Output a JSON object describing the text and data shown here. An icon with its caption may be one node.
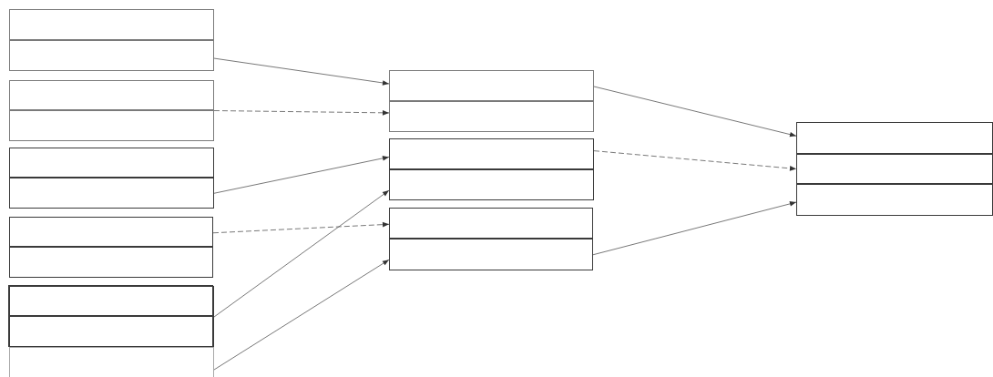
{
  "diagram": {
    "nodes": [
      {
        "text": [],
        "shape": "box"
      },
      {
        "text": [],
        "shape": "box",
        "in": 0
      },
      {
        "text": [],
        "shape": "box",
        "in": 0
      },
      {
        "text": [],
        "shape": "box"
      },
      {
        "text": [],
        "shape": "box",
        "in": 3
      },
      {
        "text": [],
        "shape": "box",
        "in": 3
      },
      {
        "text": [],
        "shape": "box"
      },
      {
        "text": [],
        "shape": "box",
        "in": 6
      },
      {
        "text": [],
        "shape": "box",
        "in": 6
      },
      {
        "text": [],
        "shape": "box"
      },
      {
        "text": [],
        "shape": "box",
        "in": 9
      },
      {
        "text": [],
        "shape": "box",
        "in": 9
      },
      {
        "text": [],
        "shape": "box"
      },
      {
        "text": [],
        "shape": "box",
        "in": 12
      },
      {
        "text": [],
        "shape": "box",
        "in": 12
      },
      {
        "text": [],
        "shape": "box"
      },
      {
        "text": [],
        "shape": "box"
      },
      {
        "text": [],
        "shape": "box",
        "in": 16
      },
      {
        "text": [],
        "shape": "box",
        "in": 16
      },
      {
        "text": [],
        "shape": "box"
      },
      {
        "text": [],
        "shape": "box",
        "in": 19
      },
      {
        "text": [],
        "shape": "box",
        "in": 19
      },
      {
        "text": [],
        "shape": "box"
      },
      {
        "text": [],
        "shape": "box",
        "in": 22
      },
      {
        "text": [],
        "shape": "box",
        "in": 22
      },
      {
        "text": [],
        "shape": "box"
      },
      {
        "text": [],
        "shape": "box",
        "in": 25
      },
      {
        "text": [],
        "shape": "box",
        "in": 25
      },
      {
        "text": [],
        "shape": "box",
        "in": 25
      }
    ],
    "edges": [
      {
        "from": 2,
        "to": 17,
        "arrow": "to"
      },
      {
        "from": 4,
        "to": 18,
        "arrow": "to",
        "style": "dashed"
      },
      {
        "from": 8,
        "to": 20,
        "arrow": "to"
      },
      {
        "from": 10,
        "to": 23,
        "arrow": "to",
        "style": "dashed"
      },
      {
        "from": 13,
        "to": 21,
        "arrow": "to"
      },
      {
        "from": 15,
        "to": 24,
        "arrow": "to"
      },
      {
        "from": 17,
        "to": 26,
        "arrow": "to"
      },
      {
        "from": 20,
        "to": 27,
        "arrow": "to",
        "style": "dashed"
      },
      {
        "from": 24,
        "to": 28,
        "arrow": "to"
      }
    ]
  }
}
